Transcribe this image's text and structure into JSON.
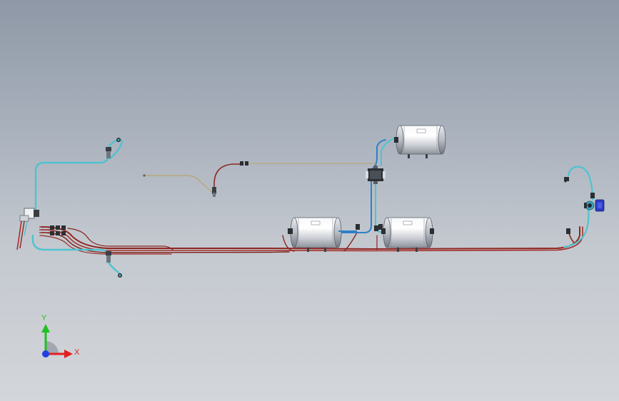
{
  "view": {
    "background_top": "#8e98a6",
    "background_bottom": "#d3d6da"
  },
  "colors": {
    "hose_cyan": "#4fc3cf",
    "hose_red": "#9a2a24",
    "hose_blue": "#2f80c8",
    "wire_tan": "#b8a878",
    "tank_body": "#e8eaee",
    "axis_x": "#e02020",
    "axis_y": "#20c020",
    "axis_z": "#2040e0"
  },
  "triad": {
    "x_label": "X",
    "y_label": "Y"
  },
  "components": [
    {
      "name": "left-manifold-valve",
      "icon": "valve-block-icon"
    },
    {
      "name": "upper-right-air-tank",
      "icon": "air-tank-icon"
    },
    {
      "name": "lower-left-air-tank",
      "icon": "air-tank-icon"
    },
    {
      "name": "lower-right-air-tank",
      "icon": "air-tank-icon"
    },
    {
      "name": "center-distribution-valve",
      "icon": "valve-block-icon"
    },
    {
      "name": "right-compressor-unit",
      "icon": "compressor-icon"
    }
  ]
}
